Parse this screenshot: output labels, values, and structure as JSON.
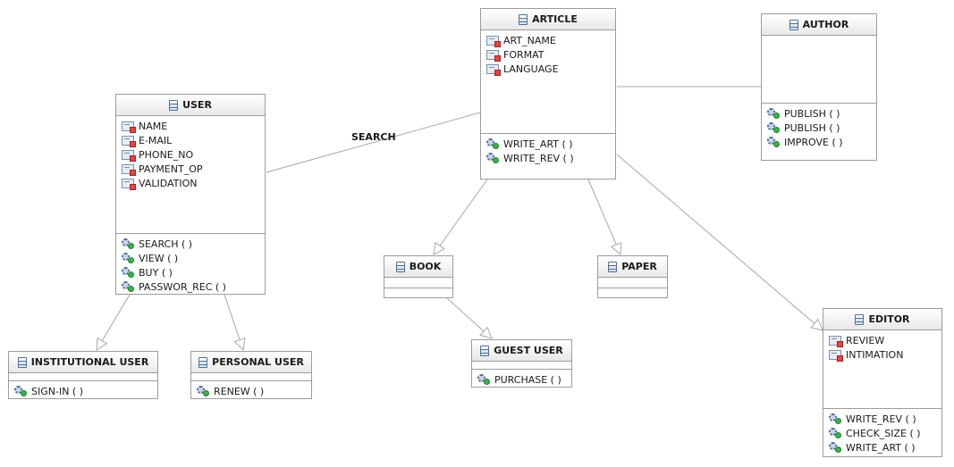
{
  "classes": {
    "article": {
      "name": "ARTICLE",
      "attributes": [
        "ART_NAME",
        "FORMAT",
        "LANGUAGE"
      ],
      "operations": [
        "WRITE_ART ( )",
        "WRITE_REV ( )"
      ]
    },
    "author": {
      "name": "AUTHOR",
      "attributes": [],
      "operations": [
        "PUBLISH ( )",
        "PUBLISH ( )",
        "IMPROVE ( )"
      ]
    },
    "user": {
      "name": "USER",
      "attributes": [
        "NAME",
        "E-MAIL",
        "PHONE_NO",
        "PAYMENT_OP",
        "VALIDATION"
      ],
      "operations": [
        "SEARCH ( )",
        "VIEW ( )",
        "BUY ( )",
        "PASSWOR_REC ( )"
      ]
    },
    "book": {
      "name": "BOOK",
      "attributes": [],
      "operations": []
    },
    "paper": {
      "name": "PAPER",
      "attributes": [],
      "operations": []
    },
    "editor": {
      "name": "EDITOR",
      "attributes": [
        "REVIEW",
        "INTIMATION"
      ],
      "operations": [
        "WRITE_REV ( )",
        "CHECK_SIZE ( )",
        "WRITE_ART ( )"
      ]
    },
    "institutional_user": {
      "name": "INSTITUTIONAL USER",
      "attributes": [],
      "operations": [
        "SIGN-IN ( )"
      ]
    },
    "personal_user": {
      "name": "PERSONAL USER",
      "attributes": [],
      "operations": [
        "RENEW ( )"
      ]
    },
    "guest_user": {
      "name": "GUEST USER",
      "attributes": [],
      "operations": [
        "PURCHASE ( )"
      ]
    }
  },
  "associations": [
    {
      "from": "user",
      "to": "article",
      "label": "SEARCH",
      "kind": "association"
    },
    {
      "from": "article",
      "to": "author",
      "label": "",
      "kind": "association"
    }
  ],
  "generalizations": [
    {
      "child": "article",
      "parent": "book"
    },
    {
      "child": "article",
      "parent": "paper"
    },
    {
      "child": "article",
      "parent": "editor"
    },
    {
      "child": "user",
      "parent": "institutional_user"
    },
    {
      "child": "user",
      "parent": "personal_user"
    },
    {
      "child": "book",
      "parent": "guest_user"
    }
  ],
  "style": {
    "line_color": "#a8a8a8",
    "border_color": "#9c9c9c",
    "header_gradient": [
      "#ffffff",
      "#e9e9e9"
    ]
  }
}
